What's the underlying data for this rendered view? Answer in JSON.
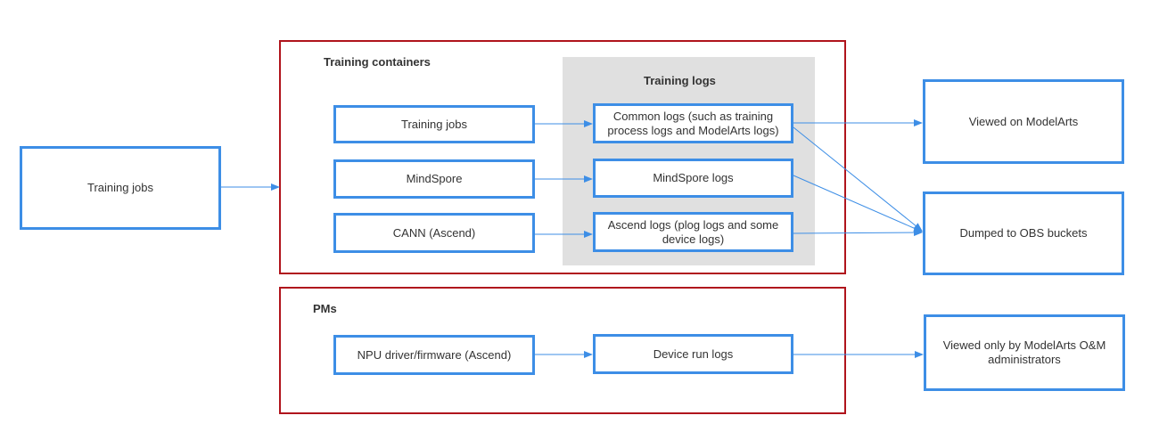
{
  "groups": {
    "training_containers": "Training containers",
    "training_logs": "Training logs",
    "pms": "PMs"
  },
  "sources": {
    "training_jobs_outer": "Training jobs",
    "training_jobs_inner": "Training jobs",
    "mindspore": "MindSpore",
    "cann": "CANN (Ascend)",
    "npu_driver": "NPU driver/firmware (Ascend)"
  },
  "logs": {
    "common_logs": "Common logs (such as training process logs and ModelArts logs)",
    "mindspore_logs": "MindSpore logs",
    "ascend_logs": "Ascend logs (plog logs and some device logs)",
    "device_run_logs": "Device run logs"
  },
  "destinations": {
    "viewed_on_modelarts": "Viewed on ModelArts",
    "dumped_to_obs": "Dumped to OBS buckets",
    "viewed_by_admins": "Viewed only by ModelArts O&M administrators"
  },
  "colors": {
    "node_border": "#3d8ee6",
    "group_border": "#b0141c",
    "logs_area": "#e0e0e0",
    "arrow": "#3d8ee6"
  }
}
